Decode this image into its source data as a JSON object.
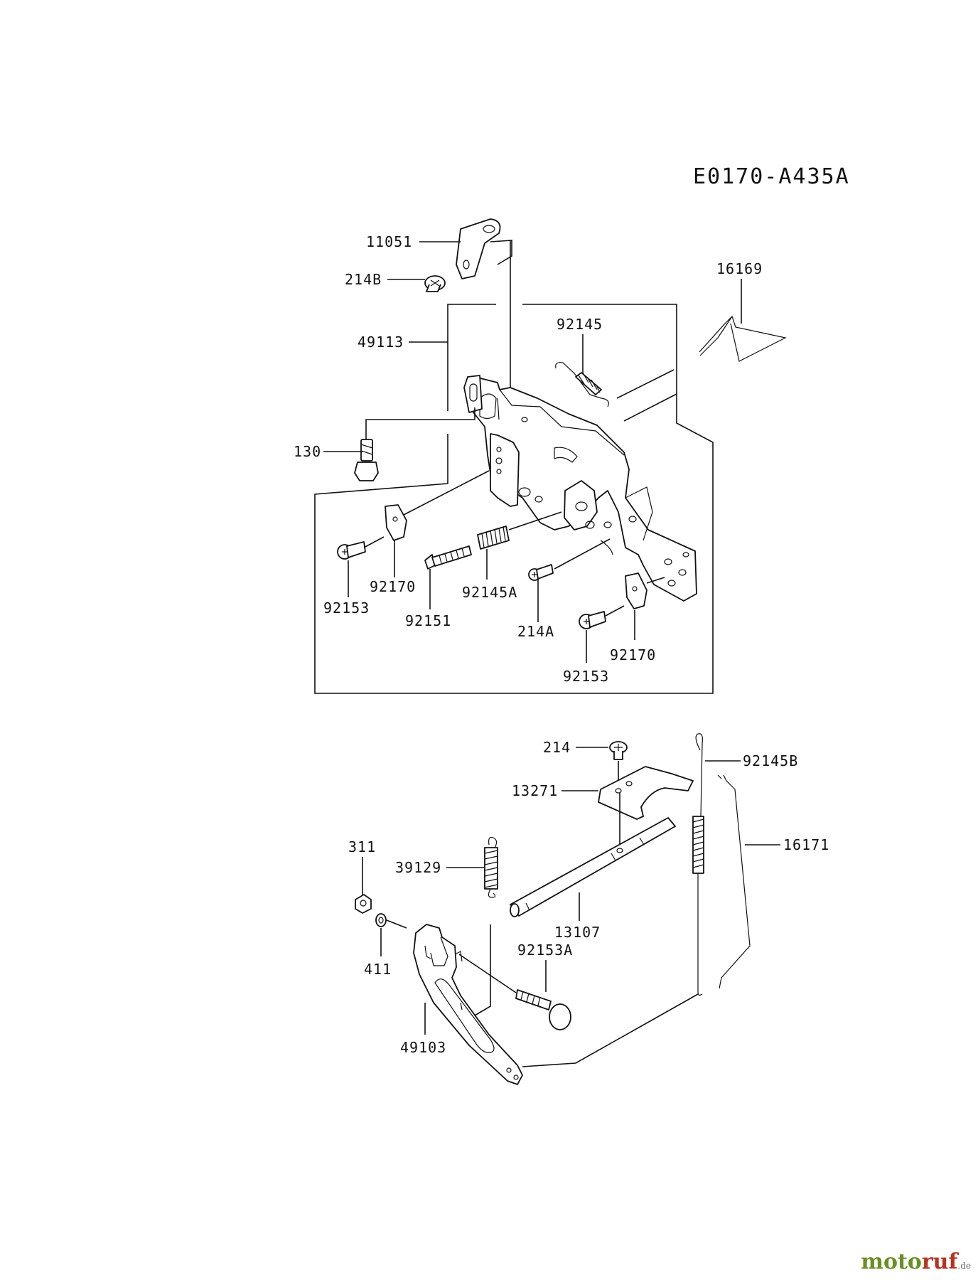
{
  "diagram_code": "E0170-A435A",
  "labels": {
    "p11051": "11051",
    "p214B": "214B",
    "p49113": "49113",
    "p92145": "92145",
    "p16169": "16169",
    "p130": "130",
    "p92170a": "92170",
    "p92153a": "92153",
    "p92151": "92151",
    "p92145A": "92145A",
    "p214A": "214A",
    "p92170b": "92170",
    "p92153b": "92153",
    "p214": "214",
    "p92145B": "92145B",
    "p13271": "13271",
    "p16171": "16171",
    "p311": "311",
    "p39129": "39129",
    "p13107": "13107",
    "p411": "411",
    "p92153A": "92153A",
    "p49103": "49103"
  },
  "watermark": {
    "part1": "moto",
    "part2": "ruf",
    "suffix": ".de"
  }
}
